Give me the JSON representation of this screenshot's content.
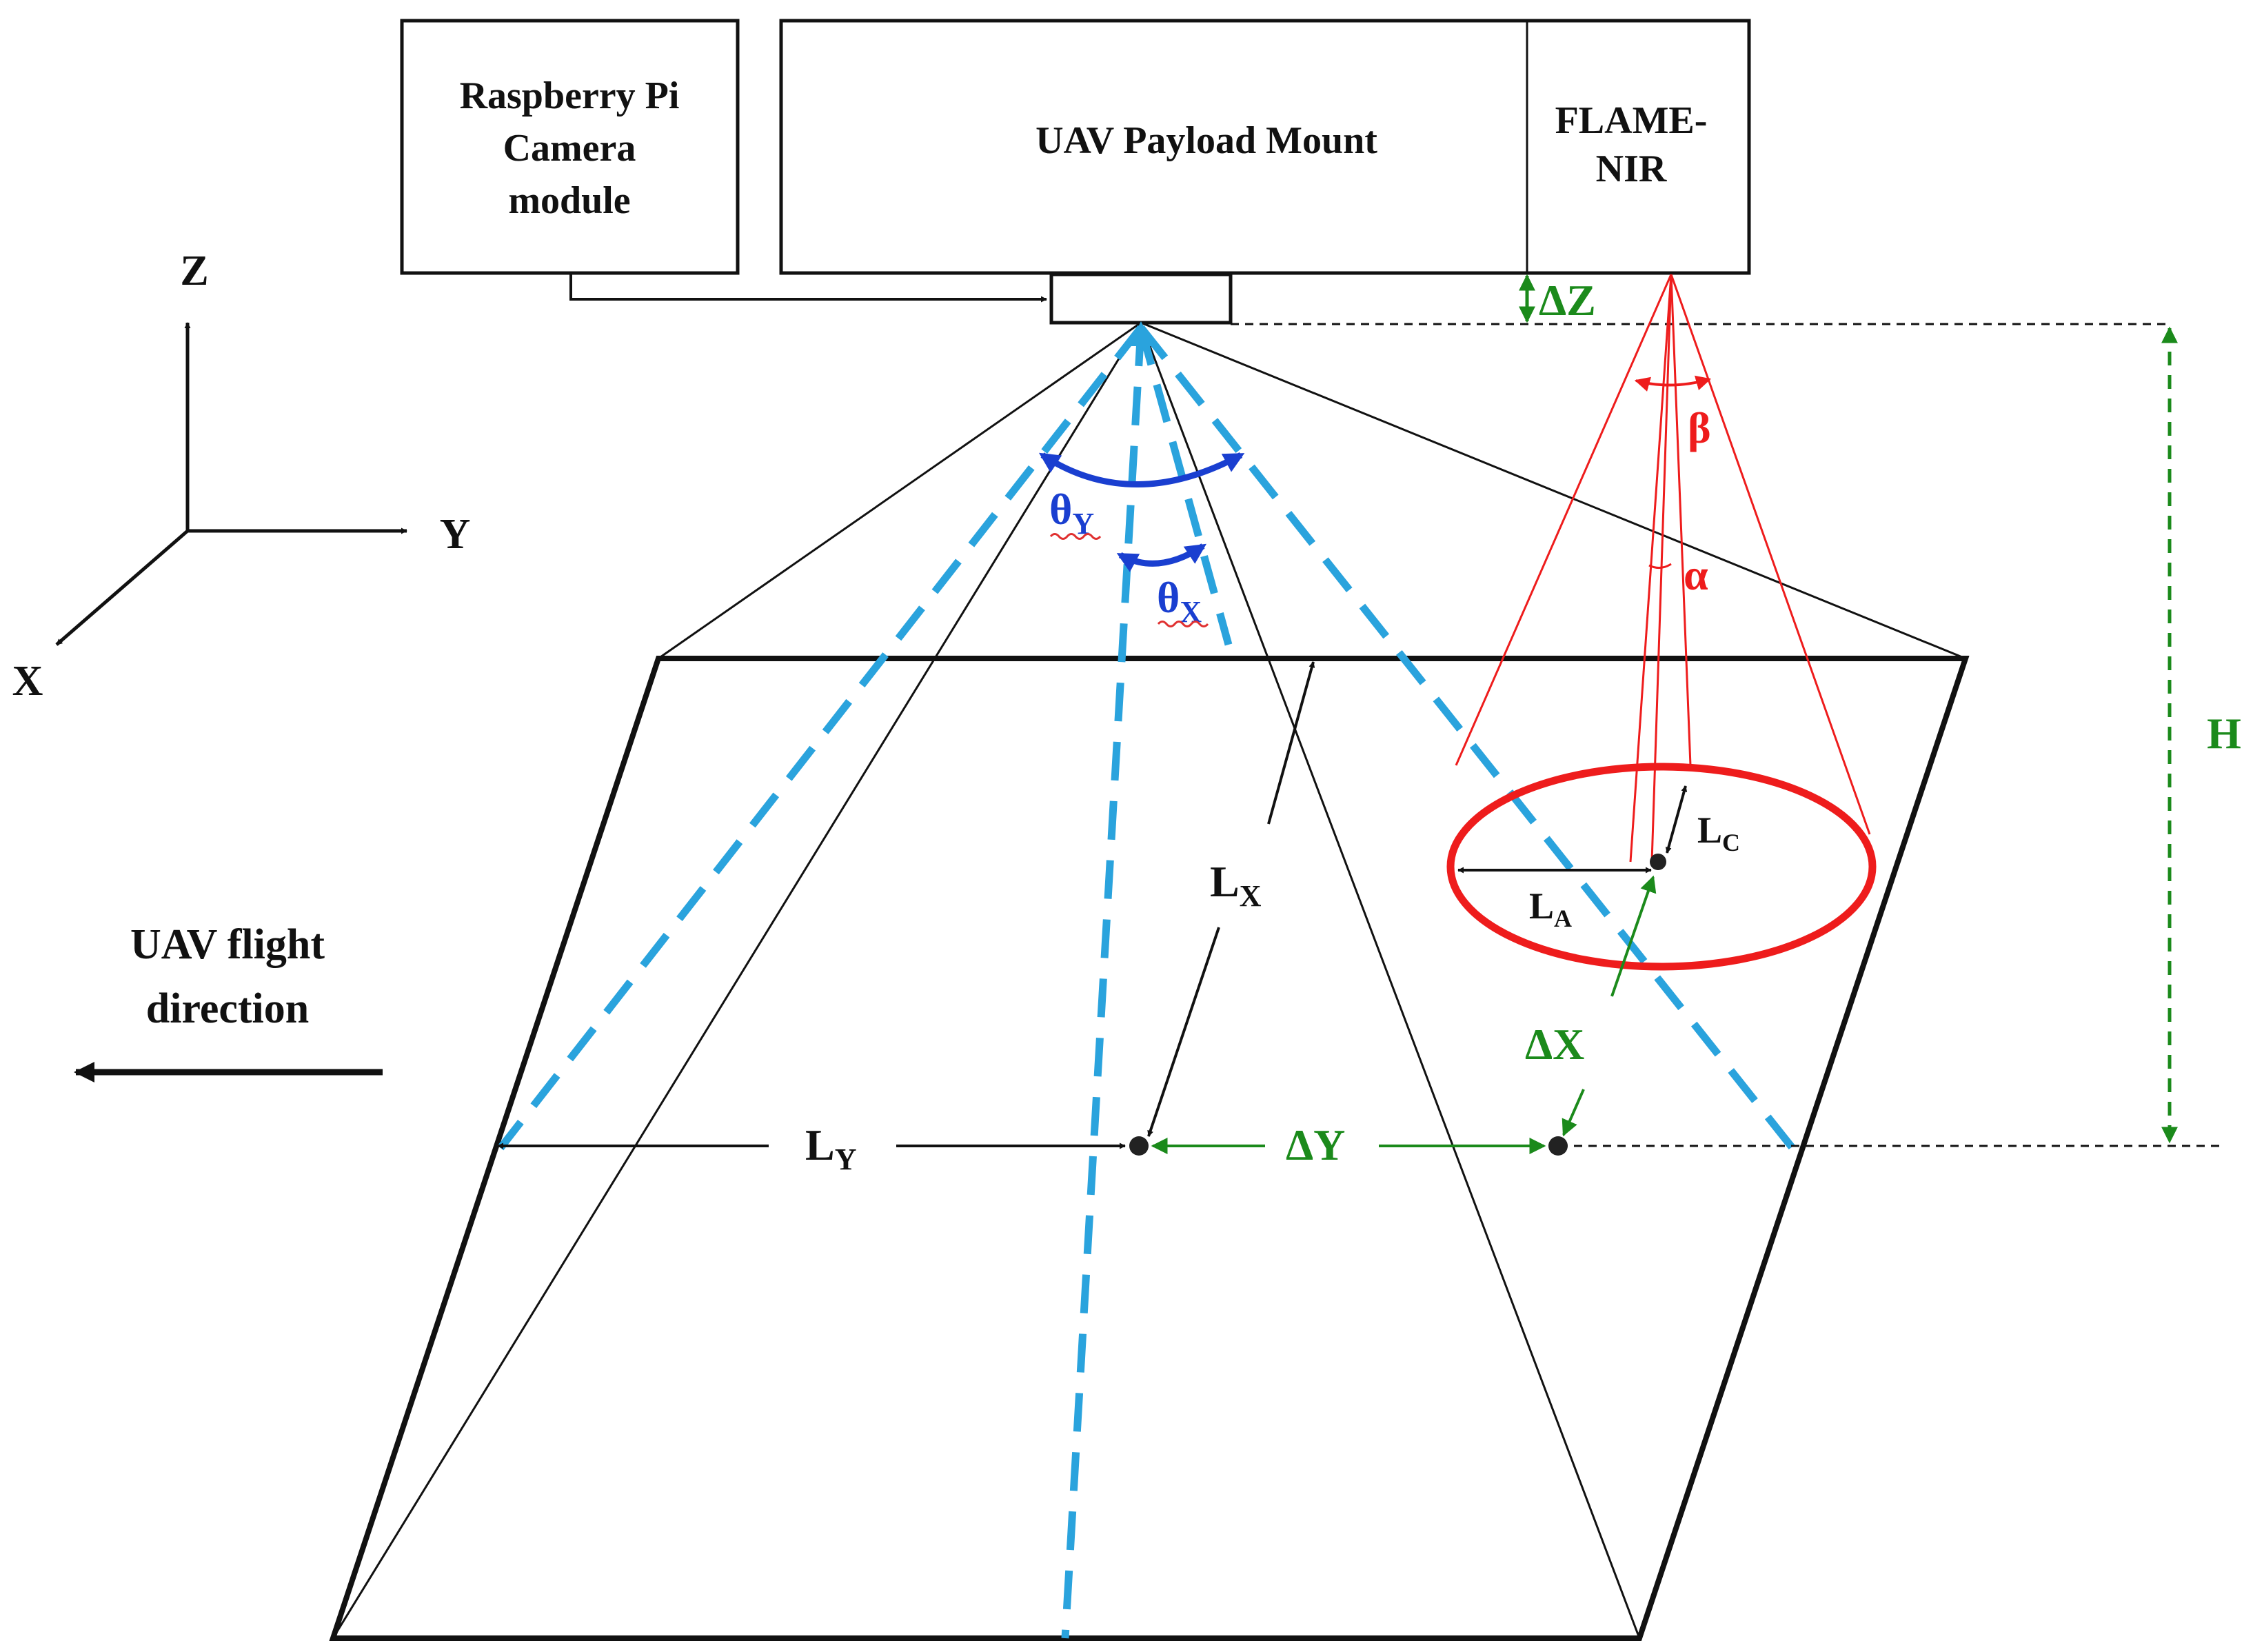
{
  "colors": {
    "ink": "#111111",
    "camera_fov": "#2aa3dd",
    "angle_arc": "#1a3fd0",
    "sensor": "#ee1c1c",
    "offset": "#1b8a1b"
  },
  "boxes": {
    "camera": {
      "lines": [
        "Raspberry Pi",
        "Camera",
        "module"
      ]
    },
    "mount": {
      "label": "UAV Payload Mount"
    },
    "flame": {
      "lines": [
        "FLAME-",
        "NIR"
      ]
    }
  },
  "axes": {
    "z": "Z",
    "y": "Y",
    "x": "X"
  },
  "flight": {
    "lines": [
      "UAV flight",
      "direction"
    ],
    "icon": "arrow-left-icon"
  },
  "symbols": {
    "delta_z": "ΔZ",
    "height": "H",
    "theta": "θ",
    "theta_y_sub": "Y",
    "theta_x_sub": "X",
    "beta": "β",
    "alpha": "α",
    "L": "L",
    "lx_sub": "X",
    "ly_sub": "Y",
    "la_sub": "A",
    "lc_sub": "C",
    "delta_x": "ΔX",
    "delta_y": "ΔY"
  }
}
